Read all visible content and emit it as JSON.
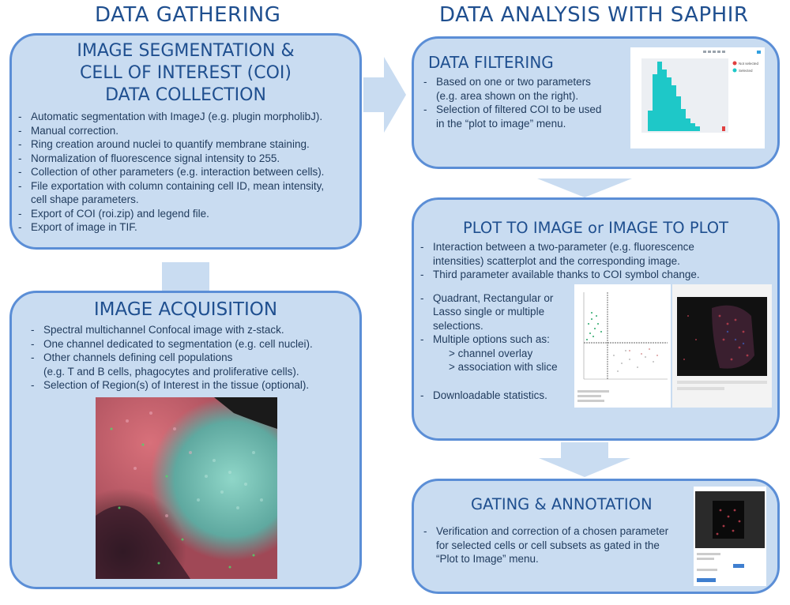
{
  "headings": {
    "left": "DATA GATHERING",
    "right": "DATA ANALYSIS WITH SAPHIR"
  },
  "segmentation": {
    "title_lines": [
      "IMAGE SEGMENTATION &",
      "CELL OF INTEREST (COI)",
      "DATA COLLECTION"
    ],
    "bullets": [
      "Automatic segmentation with ImageJ (e.g. plugin morpholibJ).",
      "Manual correction.",
      "Ring creation around nuclei to quantify membrane staining.",
      "Normalization of  fluorescence signal intensity to 255.",
      "Collection of other parameters (e.g. interaction between cells).",
      "File exportation with column containing cell ID, mean intensity,",
      "cell shape parameters.",
      "Export of COI (roi.zip) and legend file.",
      "Export of image in TIF."
    ]
  },
  "acquisition": {
    "title": "IMAGE ACQUISITION",
    "bullets": [
      "Spectral multichannel Confocal image with z-stack.",
      "One channel dedicated to segmentation (e.g. cell nuclei).",
      "Other channels defining cell populations",
      "(e.g. T and B cells, phagocytes and proliferative cells).",
      "Selection of Region(s) of Interest in the tissue (optional)."
    ]
  },
  "filtering": {
    "title": "DATA FILTERING",
    "bullets": [
      "Based on one or two parameters",
      "(e.g. area shown on the right).",
      "Selection of filtered COI to be used",
      "in the “plot to image” menu."
    ],
    "histogram": {
      "legend": [
        "Not selected",
        "Selected"
      ],
      "colors": {
        "selected": "#1ec8c8",
        "not_selected": "#e04040"
      }
    }
  },
  "plot_image": {
    "title": "PLOT TO IMAGE or IMAGE TO PLOT",
    "bullets_top": [
      "Interaction between a two-parameter (e.g. fluorescence",
      "intensities) scatterplot and the corresponding image.",
      "Third parameter available thanks to COI symbol change."
    ],
    "bullets_bottom": [
      "Quadrant, Rectangular or",
      "Lasso single or multiple",
      "selections.",
      "Multiple options such as:",
      "> channel overlay",
      "> association with slice",
      "Downloadable statistics."
    ]
  },
  "gating": {
    "title": "GATING & ANNOTATION",
    "bullets": [
      "Verification and correction of a chosen parameter",
      "for selected cells or cell subsets as gated in the",
      "“Plot to Image” menu."
    ]
  },
  "colors": {
    "panel_fill": "#c9dcf1",
    "panel_border": "#5b8ed6",
    "heading": "#1f4f8f",
    "text": "#1f3a5c"
  }
}
